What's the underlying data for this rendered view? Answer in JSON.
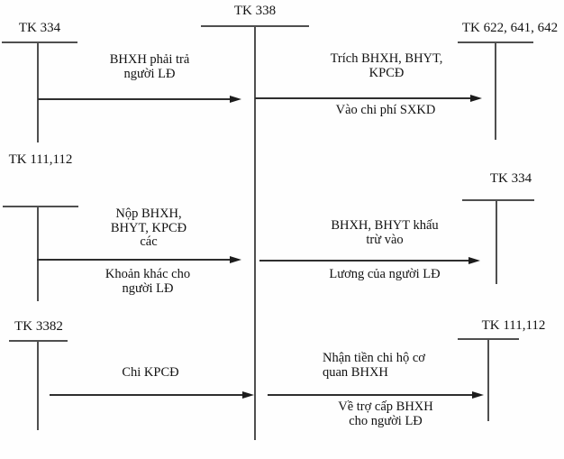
{
  "accounts": {
    "top_left": {
      "label": "TK 334"
    },
    "top_center": {
      "label": "TK 338"
    },
    "top_right": {
      "label": "TK 622, 641, 642"
    },
    "mid_left": {
      "label": "TK 111,112"
    },
    "mid_right": {
      "label": "TK 334"
    },
    "bottom_left": {
      "label": "TK 3382"
    },
    "bottom_right": {
      "label": "TK 111,112"
    }
  },
  "flows": {
    "bhxh_payable": {
      "above": "BHXH phải trả\nngười LĐ"
    },
    "trich_bhxh": {
      "above": "Trích BHXH, BHYT,\nKPCĐ",
      "below": "Vào chi phí SXKD"
    },
    "nop_bhxh": {
      "above": "Nộp BHXH,\nBHYT, KPCĐ\ncác",
      "below": "Khoản khác cho\nngười LĐ"
    },
    "khau_tru": {
      "above": "BHXH, BHYT khấu\ntrừ vào",
      "below": "Lương của người LĐ"
    },
    "chi_kpcd": {
      "above": "Chi KPCĐ"
    },
    "nhan_tien": {
      "above": "Nhận tiền chi hộ cơ\nquan BHXH",
      "below": "Về trợ cấp BHXH\ncho người LĐ"
    }
  },
  "colors": {
    "background": "#ffffff",
    "line": "#4f4f4f",
    "arrow": "#1c1c1c",
    "text": "#121212"
  }
}
